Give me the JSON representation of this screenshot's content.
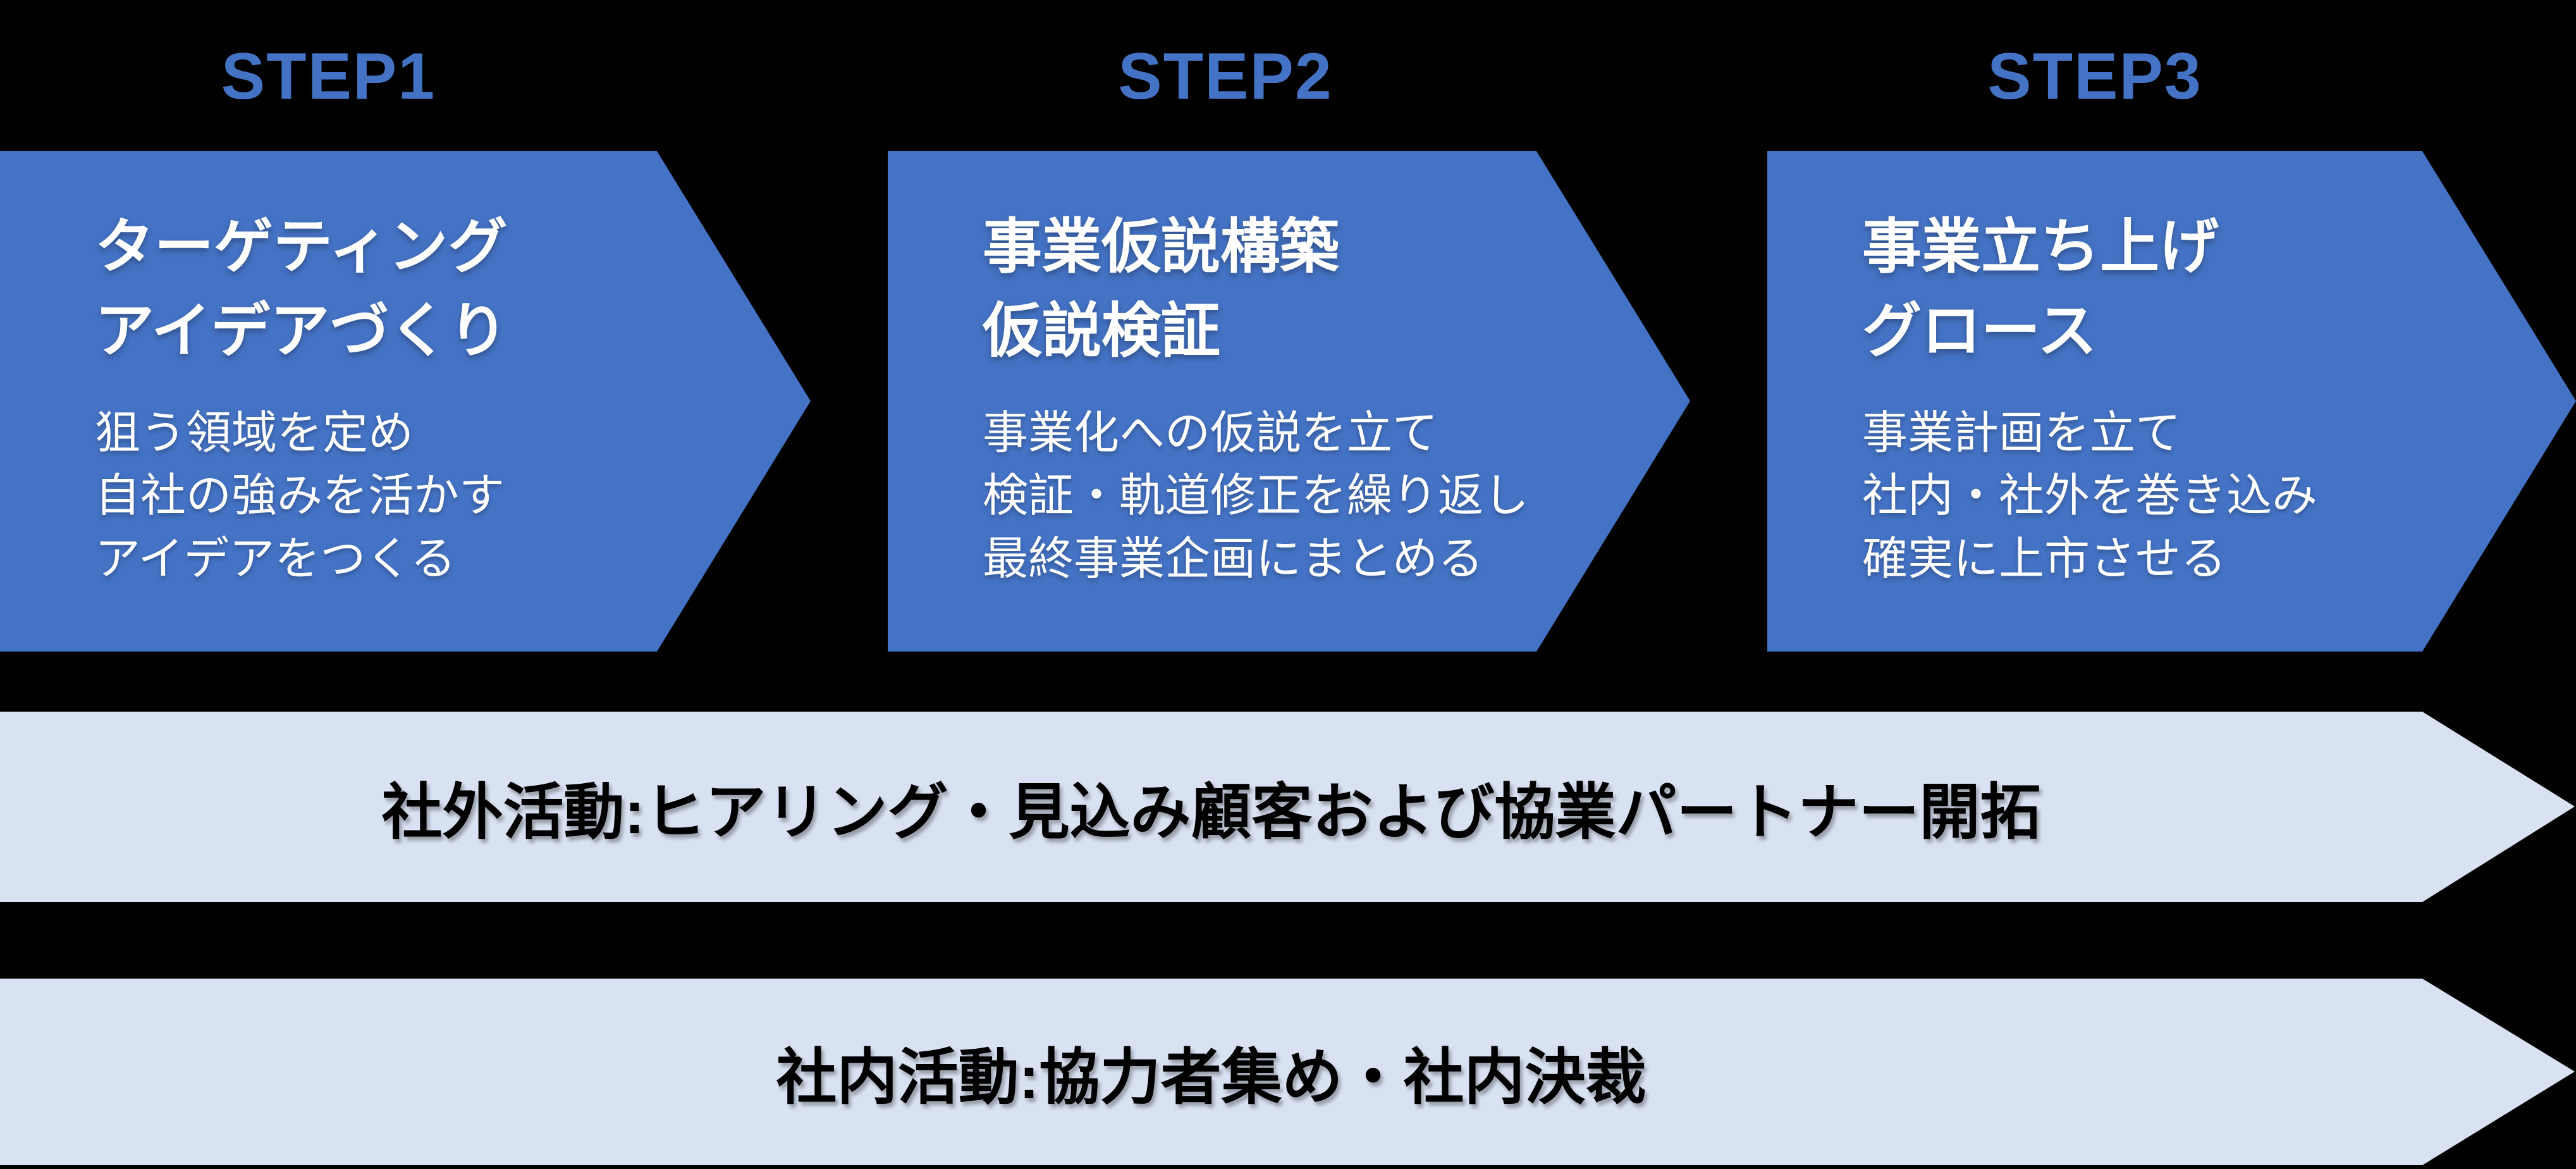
{
  "colors": {
    "background": "#000000",
    "arrow_fill": "#4472C4",
    "step_label_blue": "#4472C4",
    "arrow_text_white": "#FFFFFF",
    "band_fill": "#D9E2F3",
    "band_text_black": "#000000"
  },
  "steps": [
    {
      "label": "STEP1",
      "title_lines": [
        "ターゲティング",
        "アイデアづくり"
      ],
      "body_lines": [
        "狙う領域を定め",
        "自社の強みを活かす",
        "アイデアをつくる"
      ]
    },
    {
      "label": "STEP2",
      "title_lines": [
        "事業仮説構築",
        "仮説検証"
      ],
      "body_lines": [
        "事業化への仮説を立て",
        "検証・軌道修正を繰り返し",
        "最終事業企画にまとめる"
      ]
    },
    {
      "label": "STEP3",
      "title_lines": [
        "事業立ち上げ",
        "グロース"
      ],
      "body_lines": [
        "事業計画を立て",
        "社内・社外を巻き込み",
        "確実に上市させる"
      ]
    }
  ],
  "bands": [
    {
      "text": "社外活動:ヒアリング・見込み顧客および協業パートナー開拓"
    },
    {
      "text": "社内活動:協力者集め・社内決裁"
    }
  ]
}
